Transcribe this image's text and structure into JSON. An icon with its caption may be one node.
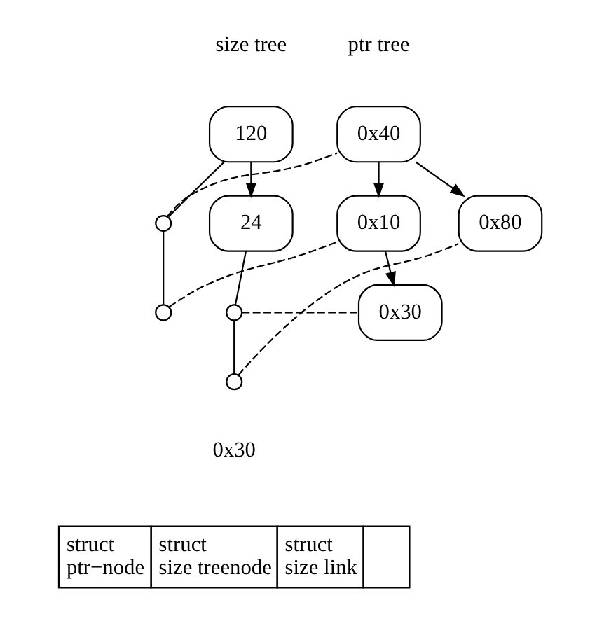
{
  "diagram": {
    "nodes": [
      {
        "text": [
          "120"
        ]
      },
      {
        "text": [
          "24"
        ]
      },
      {
        "text": [],
        "shape": "circle"
      },
      {
        "text": [],
        "shape": "circle"
      },
      {
        "text": [],
        "shape": "circle"
      },
      {
        "text": [],
        "shape": "circle"
      },
      {
        "text": [
          "0x40"
        ]
      },
      {
        "text": [
          "0x10"
        ]
      },
      {
        "text": [
          "0x80"
        ]
      },
      {
        "text": [
          "0x30"
        ]
      }
    ],
    "edges": [
      {
        "from": 0,
        "to": 1,
        "arrow": "to"
      },
      {
        "from": 0,
        "to": 2,
        "arrow": "none"
      },
      {
        "from": 2,
        "to": 3,
        "arrow": "none"
      },
      {
        "from": 1,
        "to": 4,
        "arrow": "none"
      },
      {
        "from": 4,
        "to": 5,
        "arrow": "none"
      },
      {
        "from": 2,
        "to": 6,
        "arrow": "none",
        "style": "dashed"
      },
      {
        "from": 3,
        "to": 7,
        "arrow": "none",
        "style": "dashed"
      },
      {
        "from": 4,
        "to": 9,
        "arrow": "none",
        "style": "dashed"
      },
      {
        "from": 5,
        "to": 8,
        "arrow": "none",
        "style": "dashed"
      },
      {
        "from": 6,
        "to": 7,
        "arrow": "to"
      },
      {
        "from": 6,
        "to": 8,
        "arrow": "to"
      },
      {
        "from": 7,
        "to": 9,
        "arrow": "to"
      }
    ],
    "labels": [
      "size tree",
      "ptr tree",
      "0x30",
      "struct ptr−node",
      "struct size treenode",
      "struct size link"
    ]
  }
}
